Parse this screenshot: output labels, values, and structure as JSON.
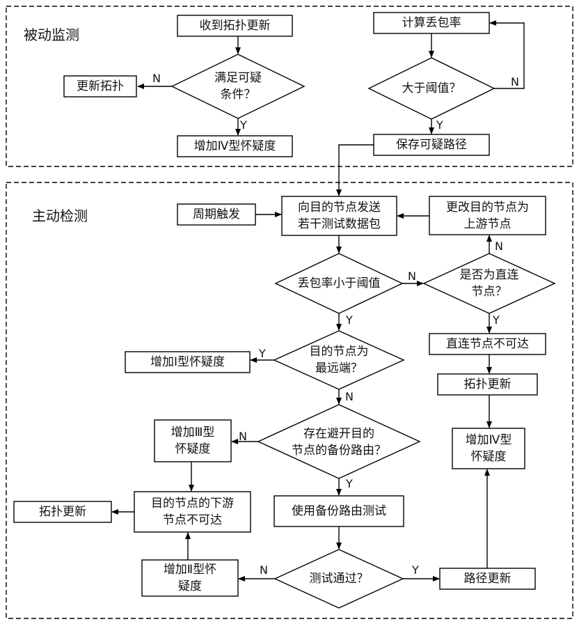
{
  "sections": {
    "passive": "被动监测",
    "active": "主动检测"
  },
  "nodes": {
    "recv_update": "收到拓扑更新",
    "calc_loss": "计算丢包率",
    "update_topo_1": "更新拓扑",
    "suspicious_cond": "满足可疑\n条件？",
    "above_threshold": "大于阈值？",
    "add_iv_1": "增加Ⅳ型怀疑度",
    "save_path": "保存可疑路径",
    "periodic": "周期触发",
    "send_probe": "向目的节点发送\n若干测试数据包",
    "change_dest": "更改目的节点为\n上游节点",
    "loss_below": "丢包率小于阈值",
    "is_direct": "是否为直连\n节点？",
    "add_i": "增加Ⅰ型怀疑度",
    "dest_farthest": "目的节点为\n最远端？",
    "direct_unreach": "直连节点不可达",
    "topo_update_2": "拓扑更新",
    "add_iii": "增加Ⅲ型\n怀疑度",
    "backup_exists": "存在避开目的\n节点的备份路由？",
    "add_iv_2": "增加Ⅳ型\n怀疑度",
    "downstream_unreach": "目的节点的下游\n节点不可达",
    "topo_update_3": "拓扑更新",
    "use_backup": "使用备份路由测试",
    "add_ii": "增加Ⅱ型怀\n疑度",
    "test_pass": "测试通过？",
    "path_update": "路径更新"
  },
  "edge_labels": {
    "yes": "Y",
    "no": "N"
  }
}
